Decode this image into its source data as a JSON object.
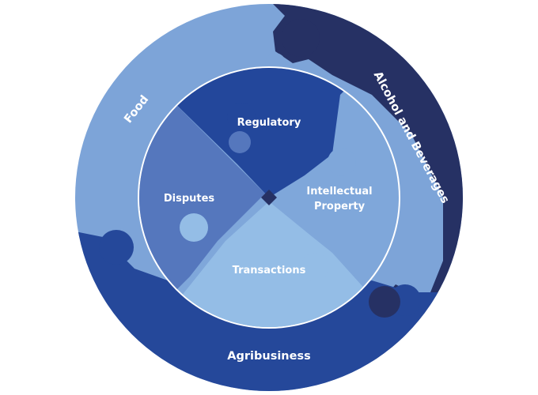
{
  "outer_ring": {
    "food": "Food",
    "alcohol": "Alcohol and Beverages",
    "agribusiness": "Agribusiness"
  },
  "inner_circle": {
    "regulatory": "Regulatory",
    "disputes": "Disputes",
    "ip_line1": "Intellectual",
    "ip_line2": "Property",
    "transactions": "Transactions"
  },
  "colors": {
    "food": "#7da4d8",
    "alcohol": "#263164",
    "agribusiness": "#25489a",
    "regulatory": "#23479b",
    "disputes": "#5577bd",
    "intellectual_property": "#7fa7da",
    "transactions": "#94bde6",
    "divider": "#ffffff"
  }
}
